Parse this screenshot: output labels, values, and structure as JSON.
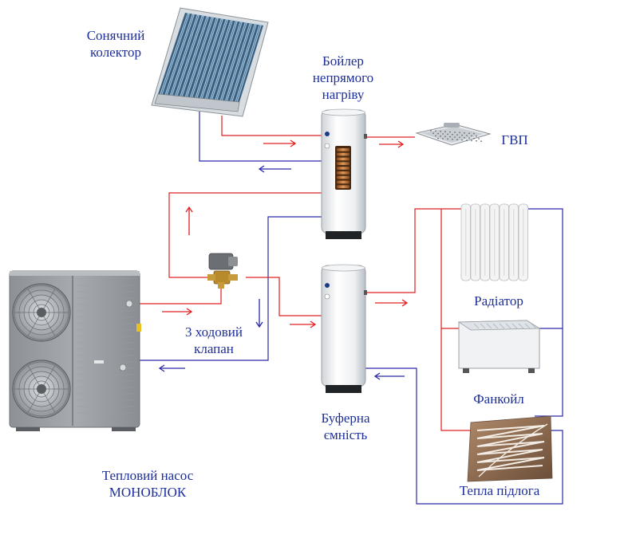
{
  "diagram": {
    "colors": {
      "supply_line": "#e02020",
      "return_line": "#2a2aa8",
      "label_text": "#1e2f9a"
    },
    "labels": {
      "solar_collector": [
        "Сонячний",
        "колектор"
      ],
      "indirect_boiler": [
        "Бойлер",
        "непрямого",
        "нагріву"
      ],
      "hot_water": "ГВП",
      "radiator": "Радіатор",
      "fancoil": "Фанкойл",
      "floor_heating": "Тепла підлога",
      "three_way_valve": [
        "3 ходовий",
        "клапан"
      ],
      "buffer_tank": [
        "Буферна",
        "ємність"
      ],
      "heat_pump": [
        "Тепловий насос",
        "МОНОБЛОК"
      ]
    },
    "icons": {
      "collector": "solar-collector-icon",
      "boiler": "boiler-tank-icon",
      "shower": "shower-head-icon",
      "radiator": "radiator-icon",
      "fancoil": "fancoil-icon",
      "floor": "floor-heating-icon",
      "valve": "three-way-valve-icon",
      "buffer": "buffer-tank-icon",
      "heat_pump": "heat-pump-unit-icon"
    }
  }
}
